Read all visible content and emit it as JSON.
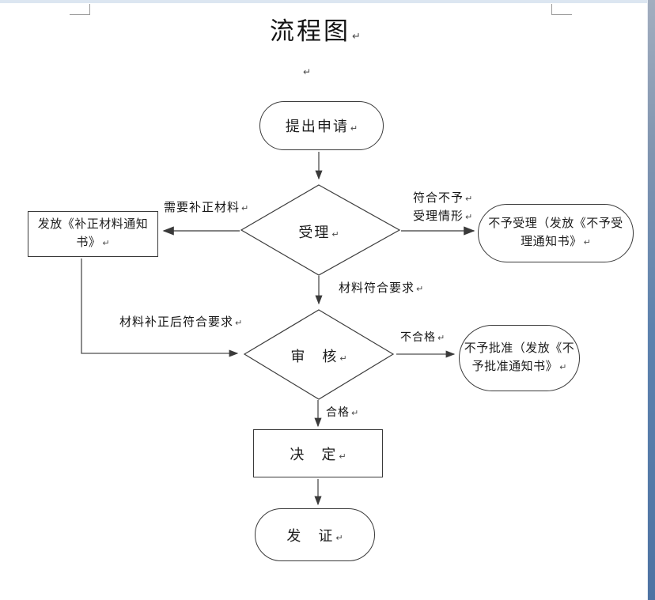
{
  "document": {
    "title": "流程图",
    "paragraph_mark": "↵"
  },
  "flowchart": {
    "nodes": {
      "start": {
        "label": "提出申请"
      },
      "accept": {
        "label": "受理"
      },
      "supplement_notice": {
        "line1": "发放《补正材料通知",
        "line2": "书》"
      },
      "not_accepted": {
        "line1": "不予受理（发放《不予受",
        "line2": "理通知书》"
      },
      "review": {
        "label": "审　核"
      },
      "not_approved": {
        "line1": "不予批准（发放《不",
        "line2": "予批准通知书》"
      },
      "decide": {
        "label": "决　定"
      },
      "issue_cert": {
        "label": "发　证"
      }
    },
    "edge_labels": {
      "need_supplement": "需要补正材料",
      "meets_rejection_line1": "符合不予",
      "meets_rejection_line2": "受理情形",
      "materials_ok": "材料符合要求",
      "supplemented_ok": "材料补正后符合要求",
      "unqualified": "不合格",
      "qualified": "合格"
    }
  },
  "colors": {
    "line": "#4d4d4d",
    "shape_border": "#3a3a3a",
    "top_edge": "#dce6f1",
    "right_edge_top": "#a3aebf",
    "right_edge_bottom": "#4e73a3",
    "boundary_mark": "#9a9a9a"
  }
}
